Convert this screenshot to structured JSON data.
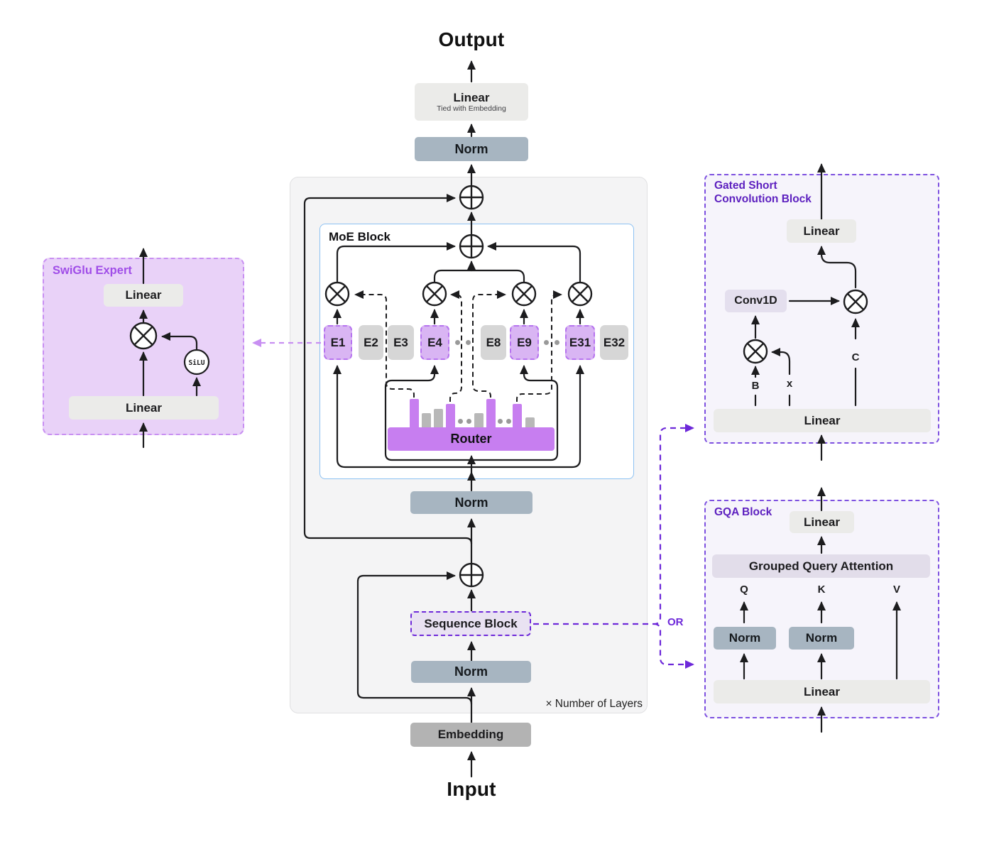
{
  "top": {
    "output_label": "Output",
    "linear_label": "Linear",
    "linear_subtitle": "Tied with Embedding",
    "norm_label": "Norm"
  },
  "layers_note": "× Number of Layers",
  "moe": {
    "title": "MoE Block",
    "router_label": "Router",
    "experts": [
      {
        "label": "E1",
        "selected": true
      },
      {
        "label": "E2",
        "selected": false
      },
      {
        "label": "E3",
        "selected": false
      },
      {
        "label": "E4",
        "selected": true
      },
      {
        "label": "E8",
        "selected": false
      },
      {
        "label": "E9",
        "selected": true
      },
      {
        "label": "E31",
        "selected": true
      },
      {
        "label": "E32",
        "selected": false
      }
    ],
    "router_bars": [
      {
        "height": 40,
        "color": "purple"
      },
      {
        "height": 20,
        "color": "gray"
      },
      {
        "height": 26,
        "color": "gray"
      },
      {
        "height": 33,
        "color": "purple"
      },
      {
        "height": 20,
        "color": "gray"
      },
      {
        "height": 40,
        "color": "purple"
      },
      {
        "height": 33,
        "color": "purple"
      },
      {
        "height": 14,
        "color": "gray"
      }
    ]
  },
  "stack": {
    "norm_after_moe": "Norm",
    "sequence_block_label": "Sequence Block",
    "norm_before_sequence": "Norm",
    "embedding_label": "Embedding",
    "input_label": "Input",
    "or_label": "OR"
  },
  "swiglu": {
    "title": "SwiGlu Expert",
    "linear_top": "Linear",
    "silu_label": "SiLU",
    "linear_bottom": "Linear"
  },
  "gsc": {
    "title_line1": "Gated Short",
    "title_line2": "Convolution Block",
    "linear_top": "Linear",
    "conv_label": "Conv1D",
    "b_label": "B",
    "x_label": "x",
    "c_label": "C",
    "linear_bottom": "Linear"
  },
  "gqa": {
    "title": "GQA Block",
    "linear_top": "Linear",
    "attention_label": "Grouped Query Attention",
    "q_label": "Q",
    "k_label": "K",
    "v_label": "V",
    "norm_q": "Norm",
    "norm_k": "Norm",
    "linear_bottom": "Linear"
  },
  "colors": {
    "line": "#1c1c1e",
    "norm_fill": "#a7b5c1",
    "linear_fill": "#ebebe9",
    "embedding_fill": "#b3b3b3",
    "router_purple": "#c77ef0",
    "bar_gray": "#b8b8b8",
    "expert_purple_fill": "#d9b5f3",
    "expert_purple_border": "#b673ef",
    "expert_gray_fill": "#d6d6d6",
    "sequence_fill": "#e9e2f2",
    "deep_purple": "#6d28d9",
    "violet_panel_fill": "#f6f4fb",
    "violet_panel_border": "#7d50e0",
    "violet_title": "#5c1fbf",
    "swiglu_fill": "#e9d2f8",
    "swiglu_border": "#c88ff2",
    "swiglu_title": "#a04de8",
    "moe_border": "#8cc1f2",
    "outer_fill": "#f4f4f5"
  }
}
